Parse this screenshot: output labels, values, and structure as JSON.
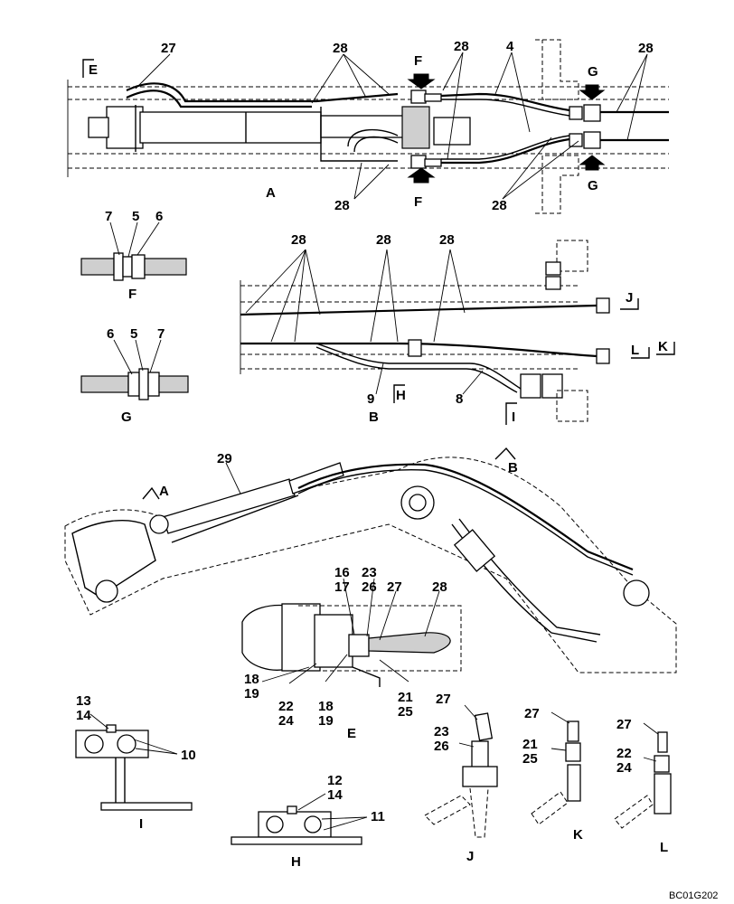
{
  "drawing_code": "BC01G202",
  "view_labels": {
    "A": "A",
    "B": "B",
    "E": "E",
    "F": "F",
    "G": "G",
    "H": "H",
    "I": "I",
    "J": "J",
    "K": "K",
    "L": "L"
  },
  "section_markers": {
    "E": "E",
    "A": "A",
    "B": "B",
    "H": "H",
    "I": "I",
    "J": "J",
    "K": "K",
    "L": "L",
    "F": "F",
    "G": "G"
  },
  "part_numbers": {
    "n4": "4",
    "n5": "5",
    "n6": "6",
    "n7": "7",
    "n8": "8",
    "n9": "9",
    "n10": "10",
    "n11": "11",
    "n12": "12",
    "n13": "13",
    "n14": "14",
    "n16": "16",
    "n17": "17",
    "n18": "18",
    "n19": "19",
    "n21": "21",
    "n22": "22",
    "n23": "23",
    "n24": "24",
    "n25": "25",
    "n26": "26",
    "n27": "27",
    "n28": "28",
    "n29": "29"
  }
}
